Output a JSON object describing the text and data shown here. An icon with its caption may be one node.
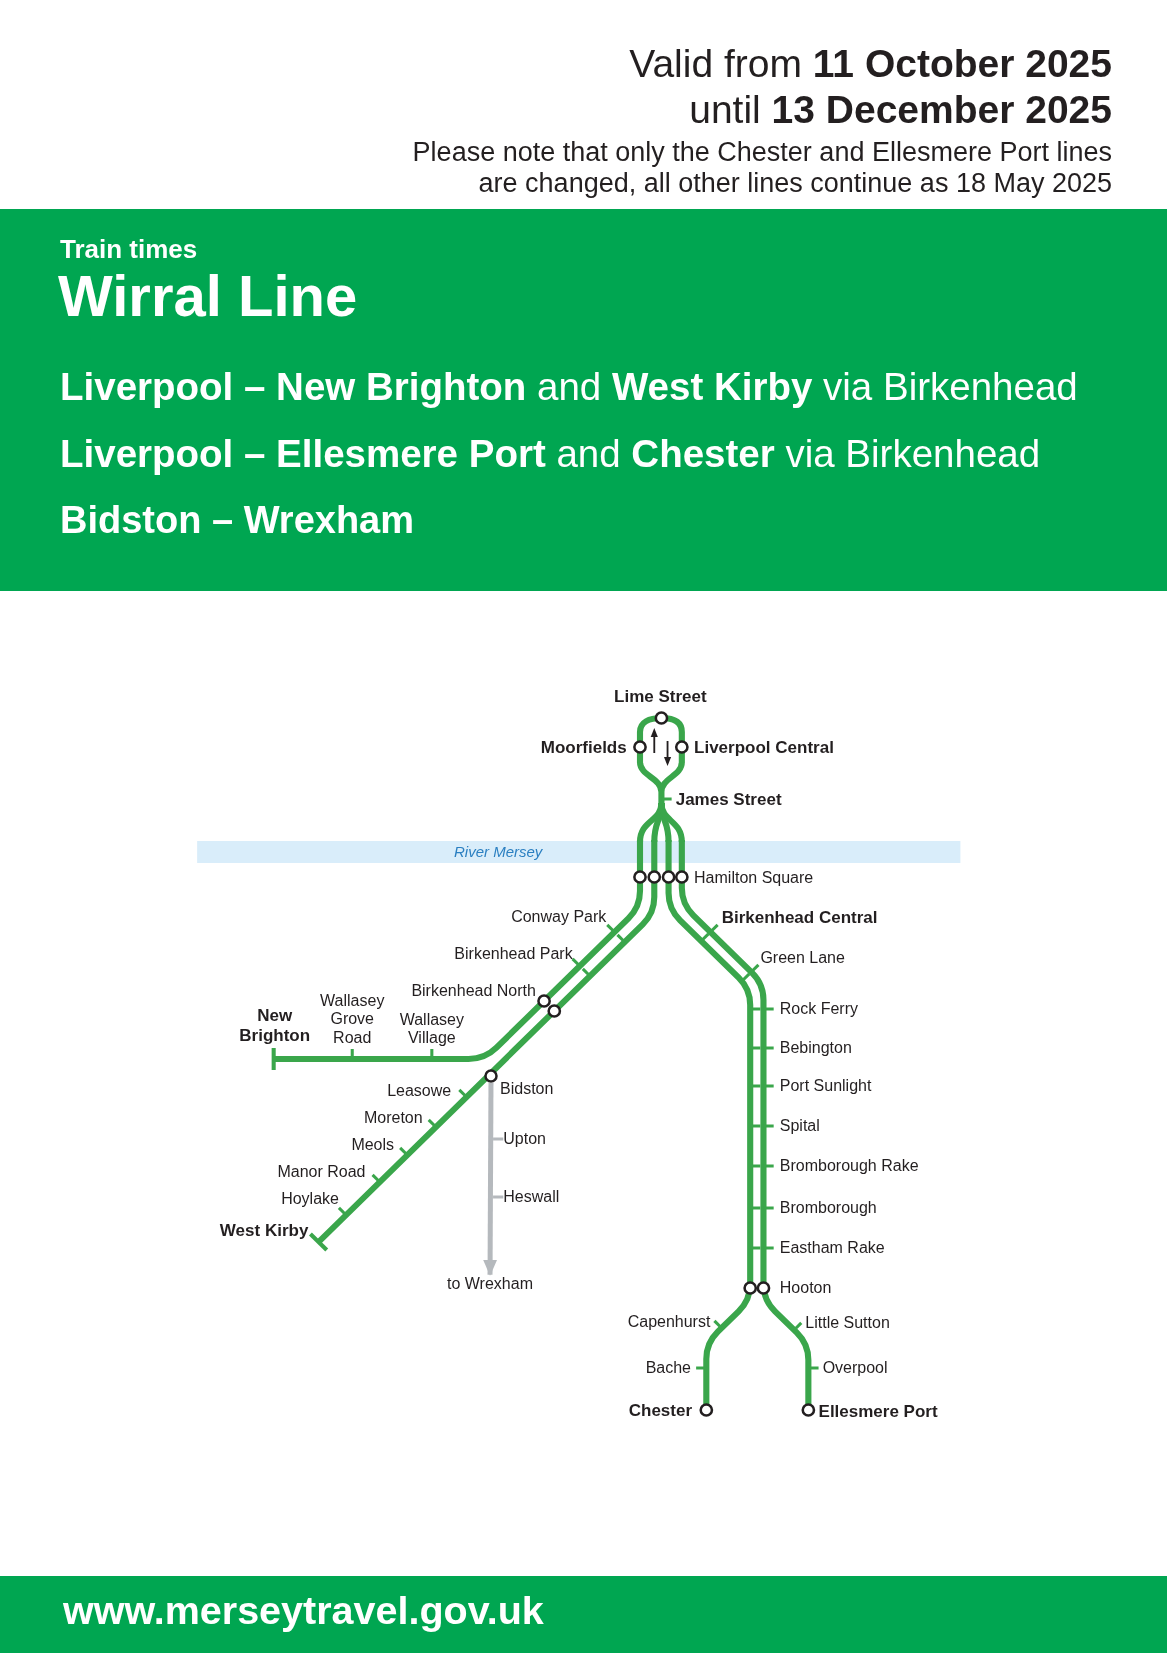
{
  "diagram": {
    "title": "Wirral Line",
    "nodes": [
      {
        "text": [],
        "shape": "circle",
        "beside": [
          "Bidston"
        ]
      },
      {
        "text": [
          "to Wrexham"
        ]
      }
    ],
    "edges": [
      {
        "from": 0,
        "to": 1,
        "arrow": "to",
        "color": "#b5b9bd"
      }
    ],
    "labels": [
      "Valid from **11 October 2025**",
      "until **13 December 2025**",
      "Please note that only the Chester and Ellesmere Port lines are changed, all other lines continue as 18 May 2025",
      "Train times",
      "**Liverpool – New Brighton** and **West Kirby** via Birkenhead",
      "**Liverpool – Ellesmere Port** and **Chester** via Birkenhead",
      "Bidston – Wrexham",
      "Lime Street",
      "Moorfields",
      "Liverpool Central",
      "James Street",
      "River Mersey",
      "Hamilton Square",
      "Conway Park",
      "Birkenhead Central",
      "Birkenhead Park",
      "Green Lane",
      "Birkenhead North",
      "New Brighton",
      "Wallasey Grove Road",
      "Wallasey Village",
      "Rock Ferry",
      "Bebington",
      "Port Sunlight",
      "Leasowe",
      "Moreton",
      "Spital",
      "Upton",
      "Meols",
      "Bromborough Rake",
      "Manor Road",
      "Heswall",
      "Hoylake",
      "Bromborough",
      "West Kirby",
      "Eastham Rake",
      "Hooton",
      "Capenhurst",
      "Little Sutton",
      "Bache",
      "Overpool",
      "Chester",
      "Ellesmere Port",
      "www.merseytravel.gov.uk"
    ]
  }
}
